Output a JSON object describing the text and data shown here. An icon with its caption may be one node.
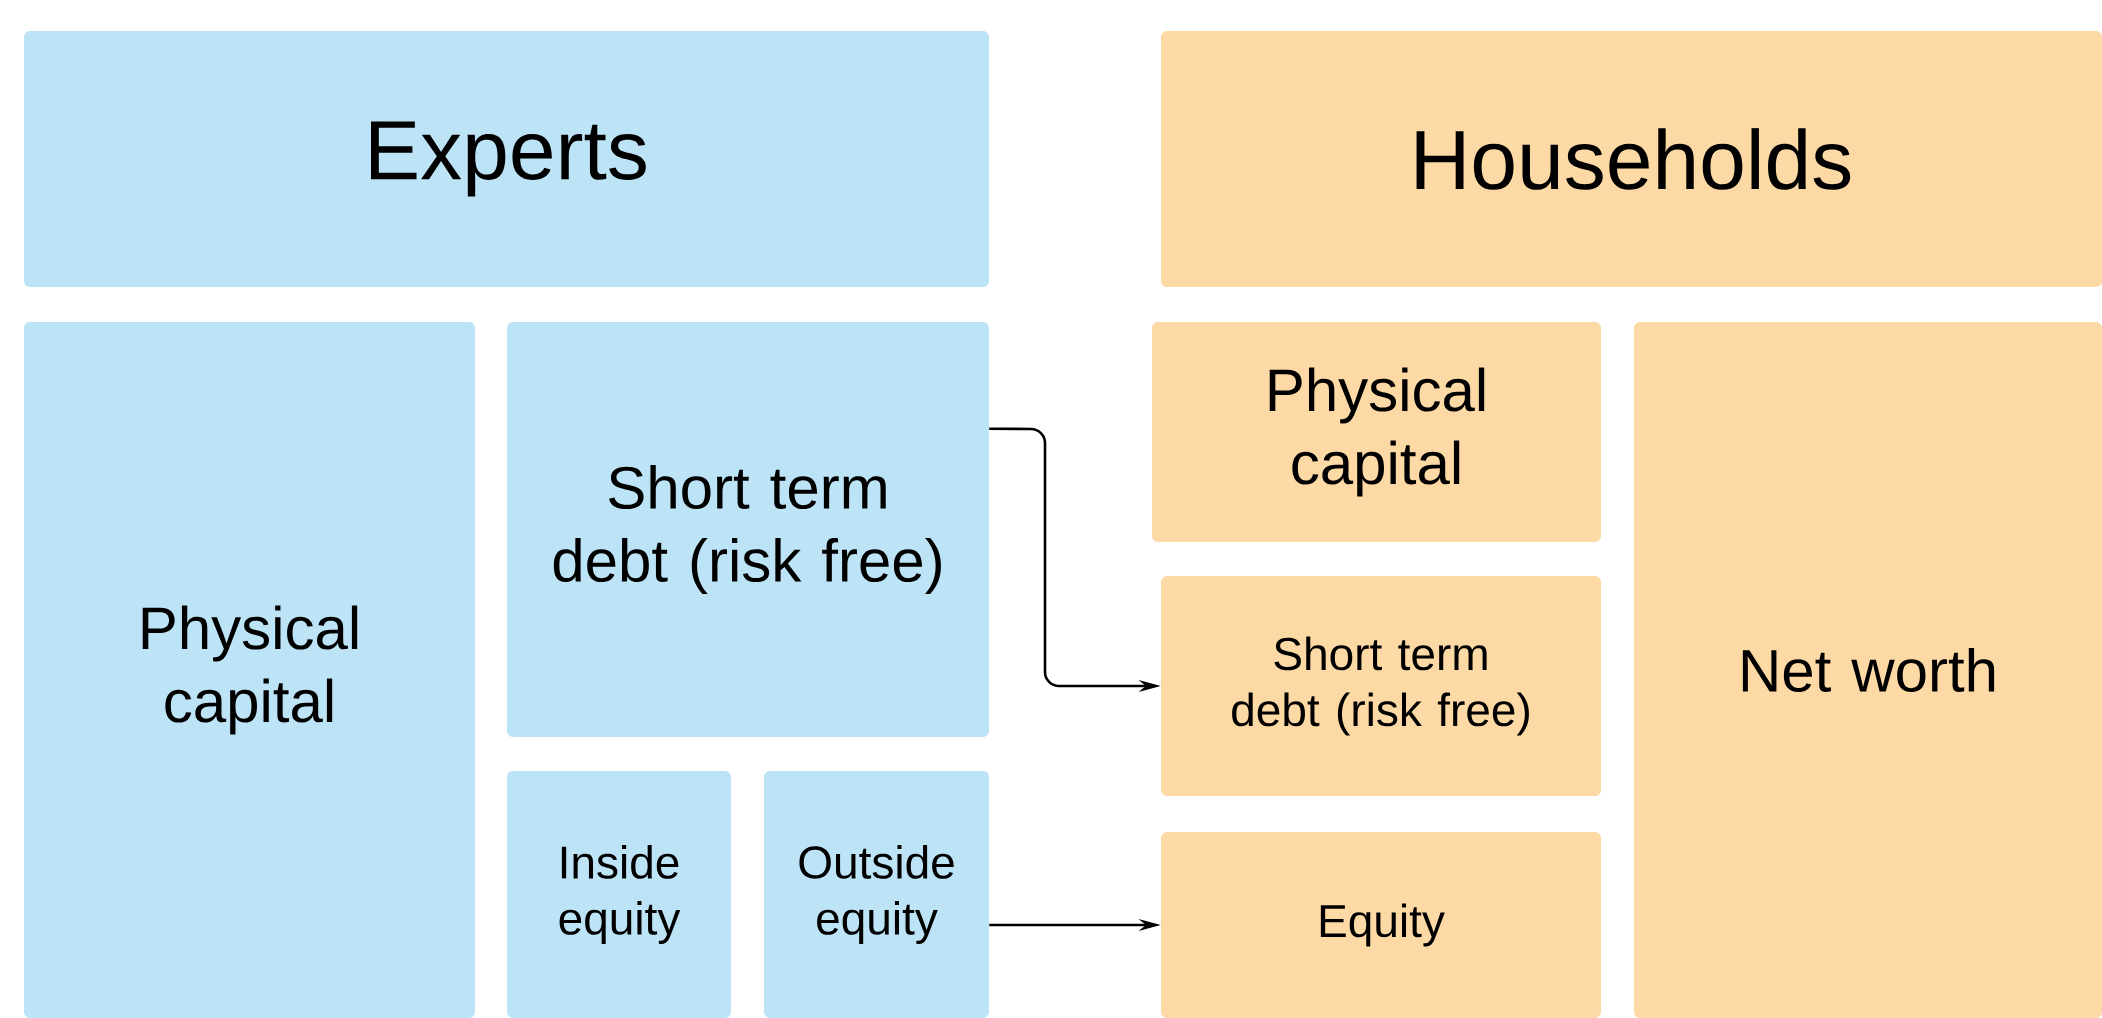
{
  "diagram": {
    "nodes": [
      {
        "text": [
          "Experts"
        ]
      },
      {
        "text": [
          "Households"
        ]
      },
      {
        "text": [
          "Physical capital"
        ]
      },
      {
        "text": [
          "Short term debt (risk free)"
        ]
      },
      {
        "text": [
          "Inside equity"
        ]
      },
      {
        "text": [
          "Outside equity"
        ]
      },
      {
        "text": [
          "Physical capital"
        ]
      },
      {
        "text": [
          "Short term debt (risk free)"
        ]
      },
      {
        "text": [
          "Equity"
        ]
      },
      {
        "text": [
          "Net worth"
        ]
      }
    ],
    "edges": [
      {
        "from": 3,
        "to": 7,
        "arrow": "to"
      },
      {
        "from": 5,
        "to": 8,
        "arrow": "to"
      }
    ]
  }
}
